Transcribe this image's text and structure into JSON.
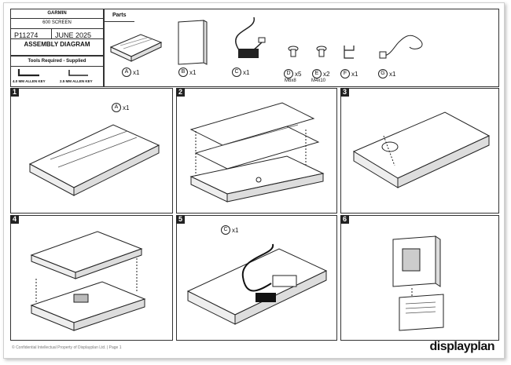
{
  "title_block": {
    "brand": "GARMIN",
    "product": "600 SCREEN",
    "code": "P11274",
    "date": "JUNE 2025",
    "doc_title": "ASSEMBLY DIAGRAM"
  },
  "tools": {
    "heading": "Tools Required - Supplied",
    "items": [
      "4.0 MM ALLEN KEY",
      "2.5 MM ALLEN KEY"
    ]
  },
  "parts": {
    "heading": "Parts",
    "items": [
      {
        "letter": "A",
        "qty": "x1",
        "spec": ""
      },
      {
        "letter": "B",
        "qty": "x1",
        "spec": ""
      },
      {
        "letter": "C",
        "qty": "x1",
        "spec": ""
      },
      {
        "letter": "D",
        "qty": "x5",
        "spec": "M6x8"
      },
      {
        "letter": "E",
        "qty": "x2",
        "spec": "M4x10"
      },
      {
        "letter": "F",
        "qty": "x1",
        "spec": ""
      },
      {
        "letter": "G",
        "qty": "x1",
        "spec": ""
      }
    ]
  },
  "steps": [
    {
      "num": "1",
      "part_letter": "A",
      "part_qty": "x1"
    },
    {
      "num": "2"
    },
    {
      "num": "3"
    },
    {
      "num": "4"
    },
    {
      "num": "5",
      "part_letter": "C",
      "part_qty": "x1"
    },
    {
      "num": "6"
    }
  ],
  "footer": {
    "confidential": "© Confidential Intellectual Property of Displayplan Ltd. | Page 1",
    "logo": "displayplan"
  }
}
